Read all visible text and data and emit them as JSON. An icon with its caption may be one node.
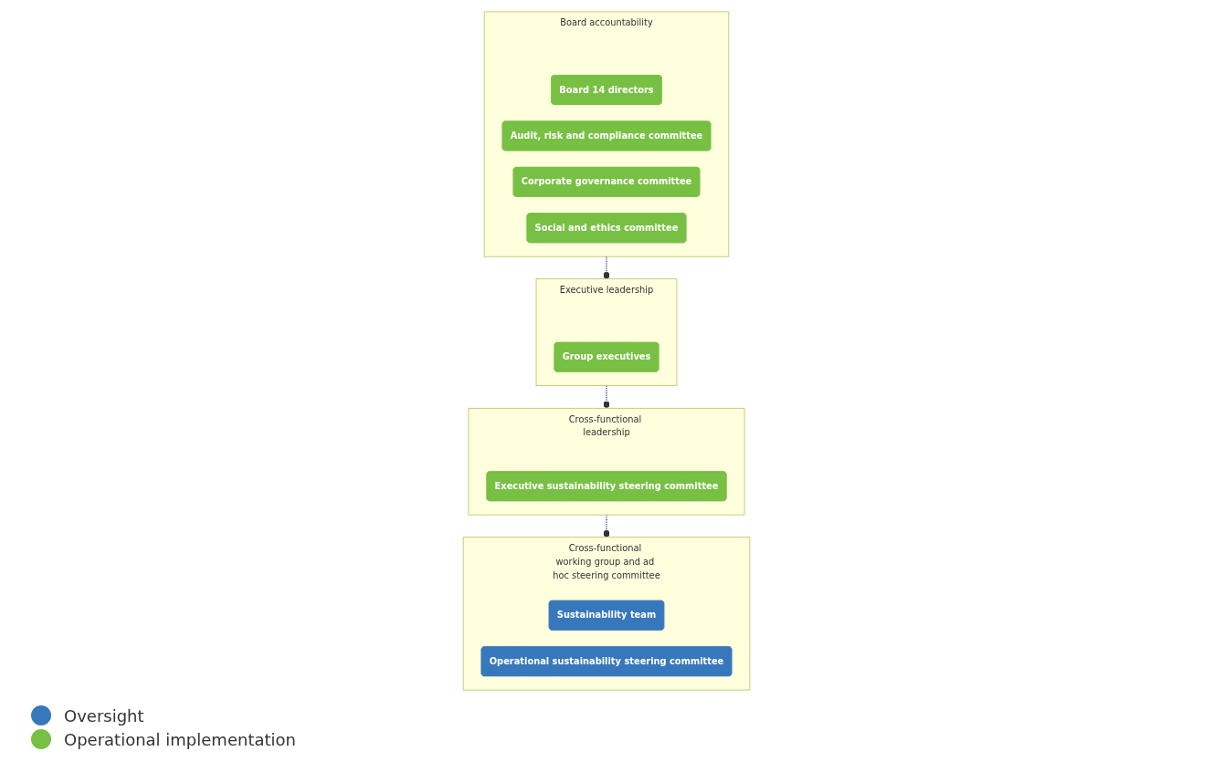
{
  "diagram": {
    "nodes": [
      {
        "text": [
          "Board accountability"
        ]
      },
      {
        "text": [
          "Board 14 directors"
        ],
        "in": 0
      },
      {
        "text": [
          "Audit, risk and compliance committee"
        ],
        "in": 0
      },
      {
        "text": [
          "Corporate governance committee"
        ],
        "in": 0
      },
      {
        "text": [
          "Social and ethics committee"
        ],
        "in": 0
      },
      {
        "text": [
          "Executive leadership"
        ]
      },
      {
        "text": [
          "Group executives"
        ],
        "in": 5
      },
      {
        "text": [
          "Cross-functional leadership"
        ]
      },
      {
        "text": [
          "Executive sustainability steering committee"
        ],
        "in": 7
      },
      {
        "text": [
          "Cross-functional working group and ad hoc steering committee"
        ]
      },
      {
        "text": [
          "Sustainability team"
        ],
        "in": 9
      },
      {
        "text": [
          "Operational sustainability steering committee"
        ],
        "in": 9
      }
    ],
    "edges": [
      {
        "from": 0,
        "to": 5,
        "arrow": "other",
        "style": "dashed"
      },
      {
        "from": 5,
        "to": 7,
        "arrow": "other",
        "style": "dashed"
      },
      {
        "from": 7,
        "to": 9,
        "arrow": "other",
        "style": "dashed"
      }
    ],
    "legend": [
      {
        "text": "Oversight",
        "color": "#3777bc"
      },
      {
        "text": "Operational implementation",
        "color": "#78c043"
      }
    ]
  }
}
